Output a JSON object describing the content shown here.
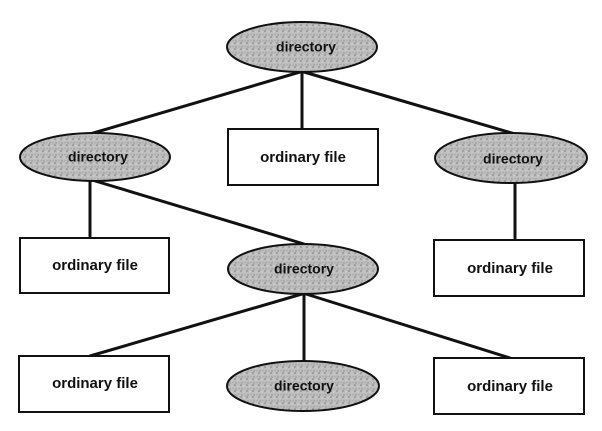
{
  "diagram": {
    "type": "directory-tree",
    "node_kinds": {
      "directory": {
        "shape": "ellipse",
        "fill": "#bdbdbd",
        "stroke": "#111111"
      },
      "file": {
        "shape": "rectangle",
        "fill": "#ffffff",
        "stroke": "#111111"
      }
    },
    "nodes": [
      {
        "id": "root",
        "kind": "directory",
        "label": "directory"
      },
      {
        "id": "dir-left",
        "kind": "directory",
        "label": "directory"
      },
      {
        "id": "file-top-middle",
        "kind": "file",
        "label": "ordinary file"
      },
      {
        "id": "dir-right",
        "kind": "directory",
        "label": "directory"
      },
      {
        "id": "file-left-child",
        "kind": "file",
        "label": "ordinary file"
      },
      {
        "id": "dir-middle",
        "kind": "directory",
        "label": "directory"
      },
      {
        "id": "file-right-child",
        "kind": "file",
        "label": "ordinary file"
      },
      {
        "id": "file-bottom-left",
        "kind": "file",
        "label": "ordinary file"
      },
      {
        "id": "dir-bottom",
        "kind": "directory",
        "label": "directory"
      },
      {
        "id": "file-bottom-right",
        "kind": "file",
        "label": "ordinary file"
      }
    ],
    "edges": [
      {
        "from": "root",
        "to": "dir-left"
      },
      {
        "from": "root",
        "to": "file-top-middle"
      },
      {
        "from": "root",
        "to": "dir-right"
      },
      {
        "from": "dir-left",
        "to": "file-left-child"
      },
      {
        "from": "dir-left",
        "to": "dir-middle"
      },
      {
        "from": "dir-right",
        "to": "file-right-child"
      },
      {
        "from": "dir-middle",
        "to": "file-bottom-left"
      },
      {
        "from": "dir-middle",
        "to": "dir-bottom"
      },
      {
        "from": "dir-middle",
        "to": "file-bottom-right"
      }
    ]
  }
}
